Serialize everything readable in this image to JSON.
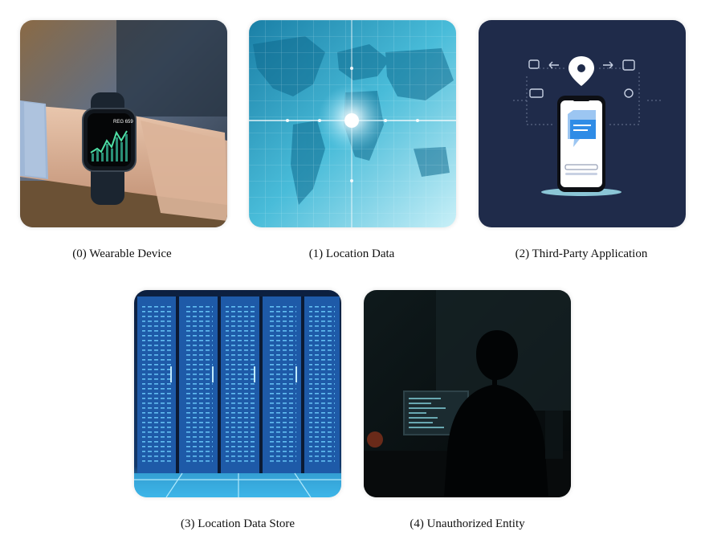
{
  "nodes": [
    {
      "label": "(0) Wearable Device",
      "image": "wearable-watch-photo"
    },
    {
      "label": "(1) Location Data",
      "image": "world-map-grid-photo"
    },
    {
      "label": "(2) Third-Party Application",
      "image": "phone-app-illustration"
    },
    {
      "label": "(3) Location Data Store",
      "image": "server-racks-photo"
    },
    {
      "label": "(4) Unauthorized Entity",
      "image": "hooded-figure-photo"
    }
  ],
  "colors": {
    "navy_bg": "#1f2b4a",
    "cyan": "#3fc6e6",
    "server_blue": "#1e5aa8",
    "dark": "#0a0f12"
  },
  "watch": {
    "screen_value": "REG 659"
  }
}
